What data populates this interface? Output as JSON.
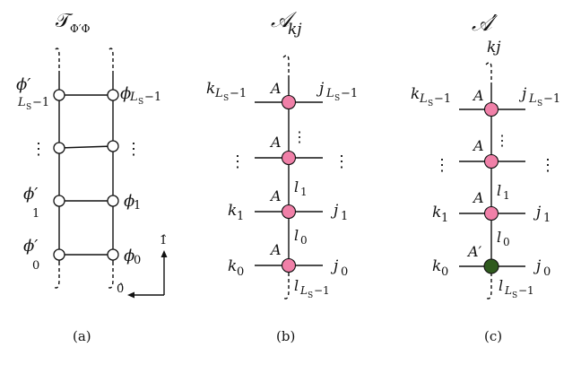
{
  "panel_a": {
    "title": "𝒯",
    "title_sub": "Φ′Φ",
    "left_labels": [
      {
        "base": "ϕ′",
        "sub": "0"
      },
      {
        "base": "ϕ′",
        "sub": "1"
      },
      {
        "base": "⋮",
        "sub": ""
      },
      {
        "base": "ϕ′",
        "sub": "L",
        "sub2": "S",
        "sub3": "−1"
      }
    ],
    "right_labels": [
      {
        "base": "ϕ",
        "sub": "0"
      },
      {
        "base": "ϕ",
        "sub": "1"
      },
      {
        "base": "⋮",
        "sub": ""
      },
      {
        "base": "ϕ",
        "sub": "L",
        "sub2": "S",
        "sub3": "−1"
      }
    ],
    "axis_up": "1̂",
    "axis_right": "0̂",
    "caption": "(a)"
  },
  "panel_b": {
    "title": "𝒜",
    "title_sub": "kj",
    "site_label": "A",
    "left_labels": [
      "k",
      "k",
      "⋮",
      "k"
    ],
    "left_subs": [
      "0",
      "1",
      "",
      "L"
    ],
    "right_labels": [
      "j",
      "j",
      "⋮",
      "j"
    ],
    "right_subs": [
      "0",
      "1",
      "",
      "L"
    ],
    "bond_labels": [
      "l",
      "l",
      "l"
    ],
    "bond_subs": [
      "0",
      "1",
      "L"
    ],
    "caption": "(b)"
  },
  "panel_c": {
    "title": "𝒜′",
    "title_sub": "kj",
    "site_label": "A",
    "special_site_label": "A′",
    "left_labels": [
      "k",
      "k",
      "⋮",
      "k"
    ],
    "left_subs": [
      "0",
      "1",
      "",
      "L"
    ],
    "right_labels": [
      "j",
      "j",
      "⋮",
      "j"
    ],
    "right_subs": [
      "0",
      "1",
      "",
      "L"
    ],
    "bond_labels": [
      "l",
      "l",
      "l"
    ],
    "bond_subs": [
      "0",
      "1",
      "L"
    ],
    "caption": "(c)"
  },
  "sub_suffix": {
    "s": "S",
    "minus": "−1"
  },
  "colors": {
    "site_pink": "#f080a8",
    "site_green": "#2f5a1e",
    "ink": "#111111"
  }
}
